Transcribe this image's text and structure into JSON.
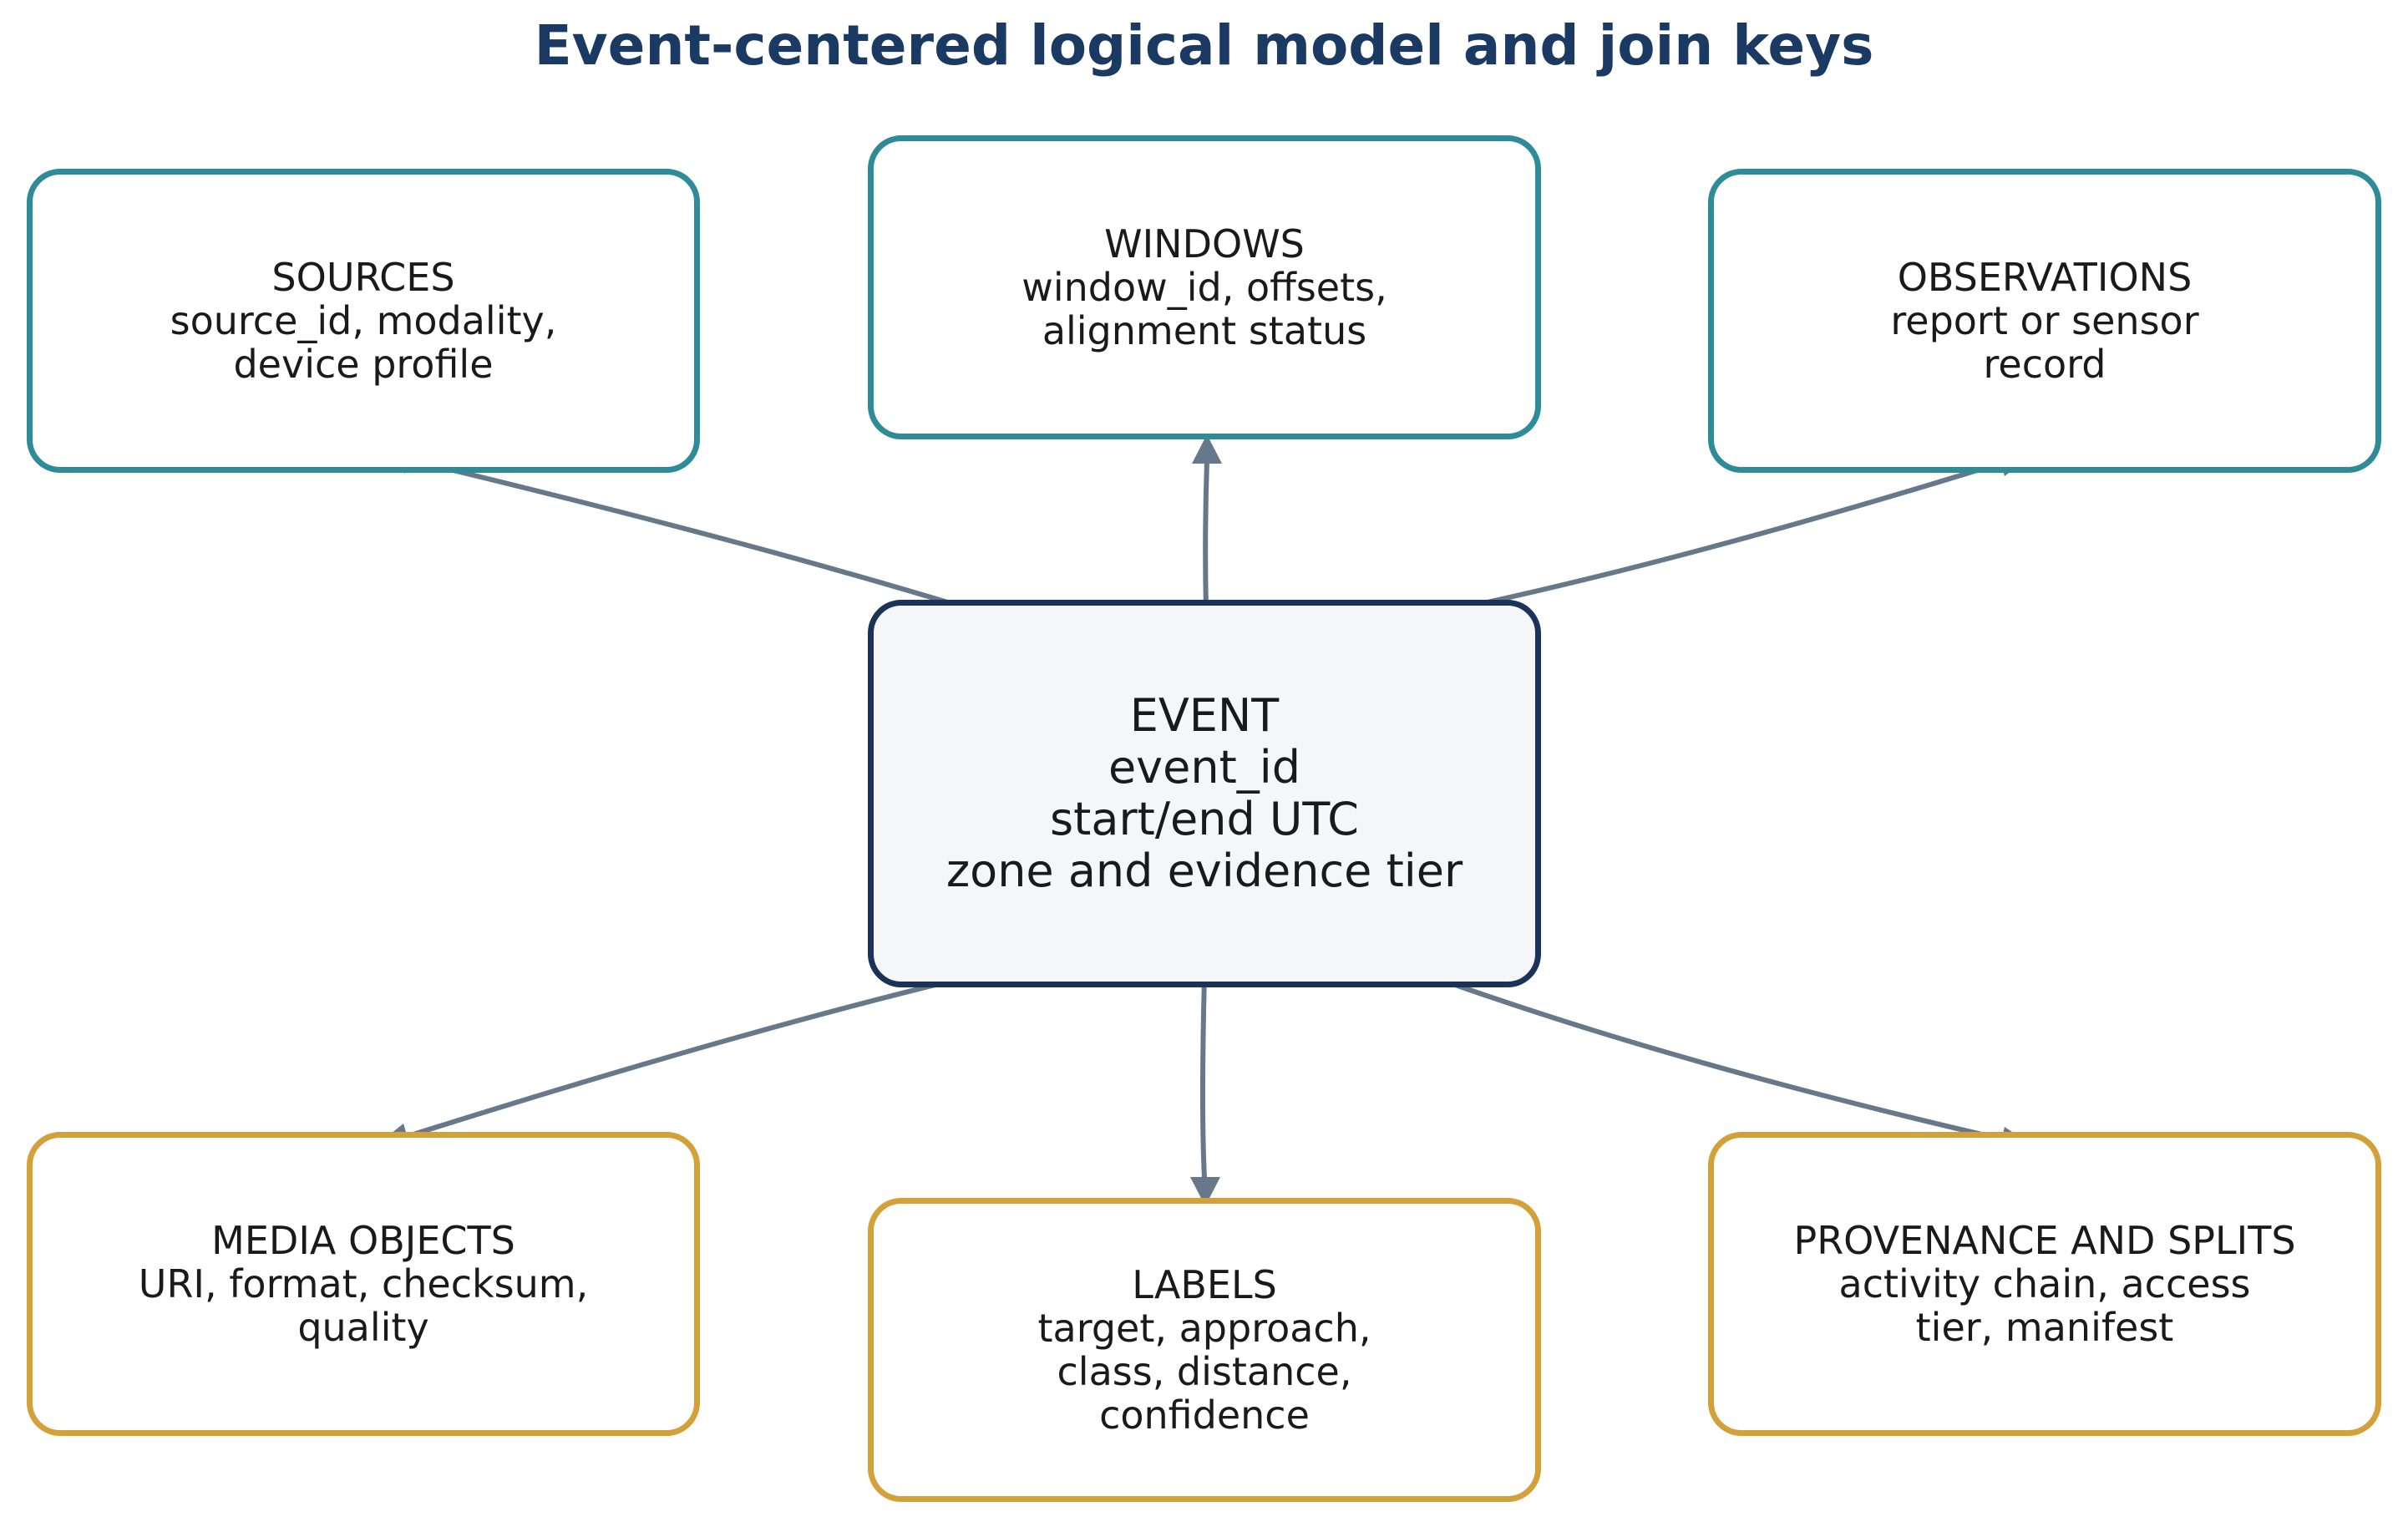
{
  "title": "Event-centered logical model and join keys",
  "colors": {
    "title": "#1b3a63",
    "teal_border": "#2e8b98",
    "gold_border": "#d4a03a",
    "center_border": "#1b3358",
    "center_fill": "#f4f6fa",
    "arrow": "#67788a"
  },
  "nodes": {
    "sources": {
      "name": "SOURCES",
      "line1": "source_id, modality,",
      "line2": "device profile"
    },
    "windows": {
      "name": "WINDOWS",
      "line1": "window_id, offsets,",
      "line2": "alignment status"
    },
    "observations": {
      "name": "OBSERVATIONS",
      "line1": "report or sensor",
      "line2": "record"
    },
    "event": {
      "name": "EVENT",
      "line1": "event_id",
      "line2": "start/end UTC",
      "line3": "zone and evidence tier"
    },
    "media": {
      "name": "MEDIA OBJECTS",
      "line1": "URI, format, checksum,",
      "line2": "quality"
    },
    "labels": {
      "name": "LABELS",
      "line1": "target, approach,",
      "line2": "class, distance,",
      "line3": "confidence"
    },
    "provenance": {
      "name": "PROVENANCE AND SPLITS",
      "line1": "activity chain, access",
      "line2": "tier, manifest"
    }
  },
  "edges": [
    {
      "from": "event",
      "to": "sources"
    },
    {
      "from": "event",
      "to": "windows"
    },
    {
      "from": "event",
      "to": "observations"
    },
    {
      "from": "event",
      "to": "media"
    },
    {
      "from": "event",
      "to": "labels"
    },
    {
      "from": "event",
      "to": "provenance"
    }
  ]
}
